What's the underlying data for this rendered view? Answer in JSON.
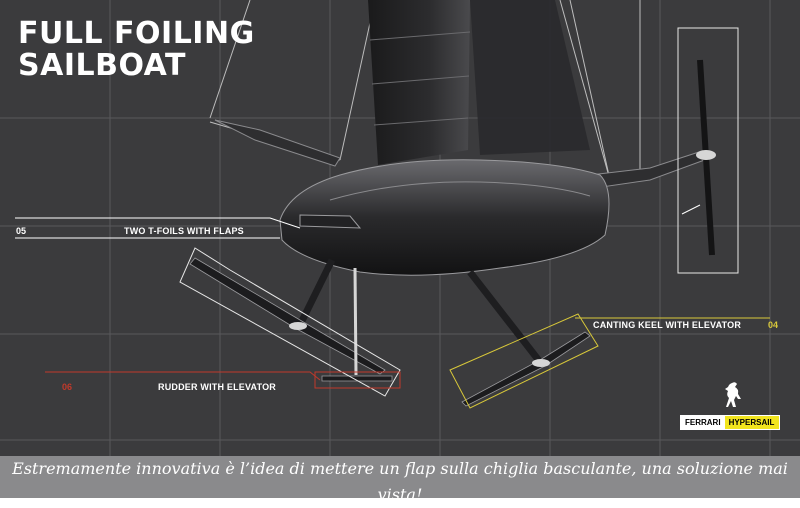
{
  "title": {
    "line1": "FULL FOILING",
    "line2": "SAILBOAT"
  },
  "callouts": [
    {
      "number": "05",
      "label": "TWO T-FOILS WITH FLAPS",
      "color": "#ffffff"
    },
    {
      "number": "06",
      "label": "RUDDER WITH ELEVATOR",
      "color": "#c0392b"
    },
    {
      "number": "04",
      "label": "CANTING KEEL WITH ELEVATOR",
      "color": "#d8c83a"
    }
  ],
  "logo": {
    "brand1": "FERRARI",
    "brand2": "HYPERSAIL",
    "icon": "prancing-horse-icon"
  },
  "caption": "Estremamente innovativa è l’idea di mettere un flap sulla chiglia basculante, una soluzione mai vista!"
}
